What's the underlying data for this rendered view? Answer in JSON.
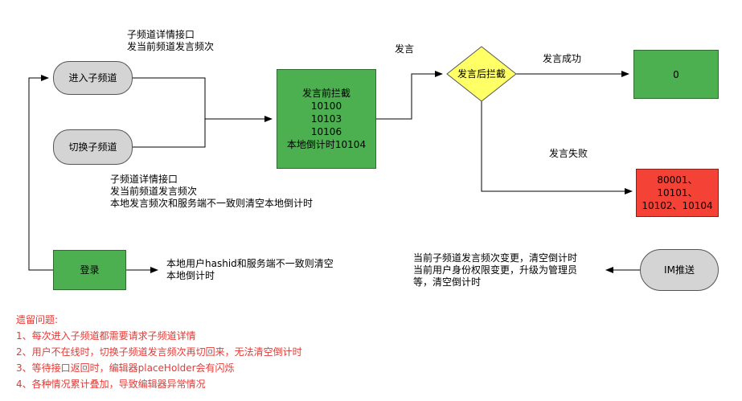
{
  "nodes": {
    "enter": "进入子频道",
    "switch": "切换子频道",
    "login": "登录",
    "intercept_lines": [
      "发言前拦截",
      "10100",
      "10103",
      "10106",
      "本地倒计时10104"
    ],
    "decision": "发言后拦截",
    "success_value": "0",
    "fail_lines": [
      "80001、",
      "10101、",
      "10102、10104"
    ],
    "im_push": "IM推送"
  },
  "labels": {
    "top_note": [
      "子频道详情接口",
      "发当前频道发言频次"
    ],
    "mid_note": [
      "子频道详情接口",
      "发当前频道发言频次",
      "本地发言频次和服务端不一致则清空本地倒计时"
    ],
    "login_note": [
      "本地用户hashid和服务端不一致则清空",
      "本地倒计时"
    ],
    "speak": "发言",
    "success": "发言成功",
    "fail": "发言失败",
    "im_note": [
      "当前子频道发言频次变更，清空倒计时",
      "当前用户身份权限变更，升级为管理员",
      "等，清空倒计时"
    ]
  },
  "issues": {
    "title": "遗留问题:",
    "items": [
      "1、每次进入子频道都需要请求子频道详情",
      "2、用户不在线时，切换子频道发言频次再切回来，无法清空倒计时",
      "3、等待接口返回时，编辑器placeHolder会有闪烁",
      "4、各种情况累计叠加，导致编辑器异常情况"
    ]
  }
}
